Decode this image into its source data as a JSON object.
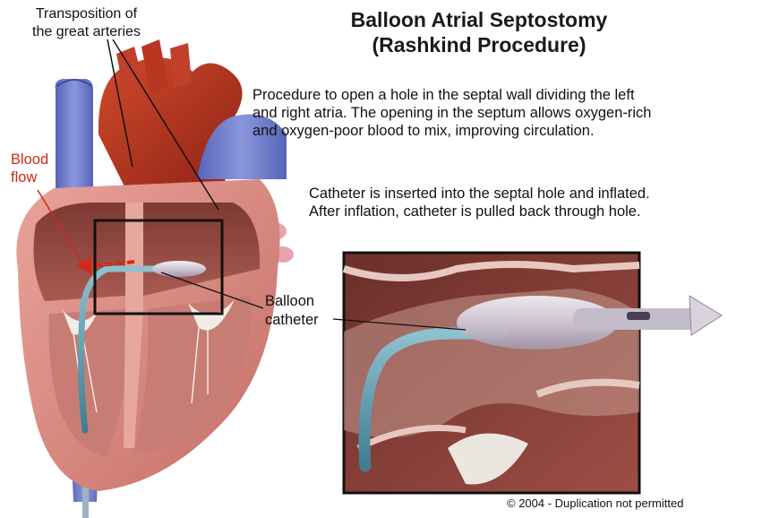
{
  "title": {
    "line1": "Balloon Atrial Septostomy",
    "line2": "(Rashkind Procedure)"
  },
  "description": {
    "line1": "Procedure to open a hole in the septal wall dividing the left",
    "line2": "and right atria. The opening in the septum allows oxygen-rich",
    "line3": "and oxygen-poor blood to mix, improving circulation."
  },
  "catheter_note": {
    "line1": "Catheter is inserted into the septal hole and inflated.",
    "line2": "After inflation, catheter is pulled back through hole."
  },
  "labels": {
    "transposition_line1": "Transposition of",
    "transposition_line2": "the great arteries",
    "blood_line1": "Blood",
    "blood_line2": "flow",
    "balloon_line1": "Balloon",
    "balloon_line2": "catheter"
  },
  "copyright": "© 2004 - Duplication not permitted",
  "colors": {
    "vein_blue": "#6b79c9",
    "artery_red": "#b8321e",
    "myocardium": "#d98a82",
    "chamber": "#a5584e",
    "blood_flow_arrow": "#d22a18",
    "label_red": "#cc2a1a",
    "box_outline": "#111111"
  }
}
